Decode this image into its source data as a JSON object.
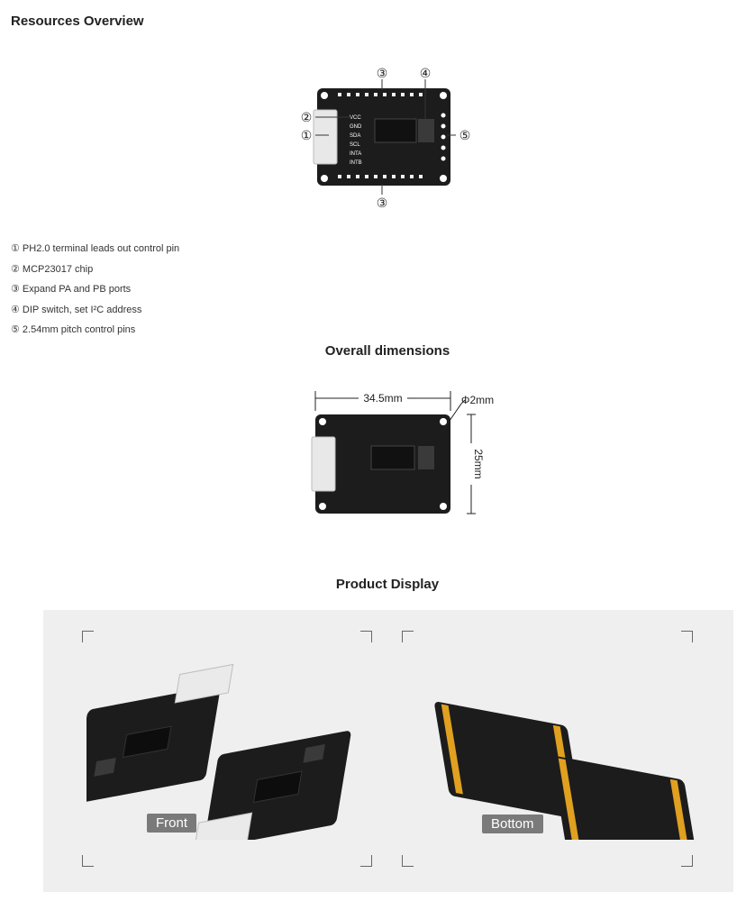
{
  "sections": {
    "resources_title": "Resources Overview",
    "dimensions_title": "Overall dimensions",
    "product_title": "Product Display"
  },
  "resources": {
    "markers": [
      "③",
      "④",
      "②",
      "①",
      "⑤",
      "③"
    ],
    "pin_labels": [
      "VCC",
      "GND",
      "SDA",
      "SCL",
      "INTA",
      "INTB"
    ],
    "items": [
      "① PH2.0 terminal leads out control pin",
      "② MCP23017 chip",
      "③ Expand PA and PB ports",
      "④ DIP switch, set I²C address",
      "⑤ 2.54mm pitch control pins"
    ]
  },
  "dimensions": {
    "width": "34.5mm",
    "height": "25mm",
    "hole": "Φ2mm"
  },
  "product": {
    "front_label": "Front",
    "bottom_label": "Bottom"
  },
  "colors": {
    "board": "#1c1c1c",
    "silkscreen": "#ffffff",
    "connector": "#e8e8e8",
    "header_pin": "#e0a020",
    "panel_bg": "#efefef",
    "tag_bg": "#7a7a7a"
  }
}
